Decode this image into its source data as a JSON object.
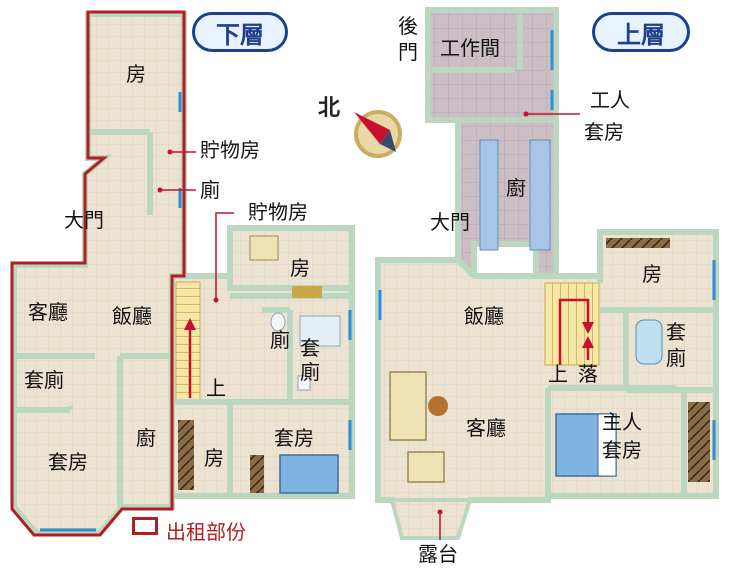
{
  "headers": {
    "lower": "下層",
    "upper": "上層"
  },
  "north": "北",
  "legend": "出租部份",
  "lower_rooms": {
    "room_top": "房",
    "storage_1": "貯物房",
    "toilet_1": "廁",
    "storage_2": "貯物房",
    "main_door": "大門",
    "living": "客廳",
    "dining": "飯廳",
    "suite_toilet": "套廁",
    "suite_room": "套房",
    "kitchen": "廚",
    "room_mid": "房",
    "toilet_2": "廁",
    "suite_toilet_2": [
      "套",
      "廁"
    ],
    "up": "上",
    "room_bottom": "房",
    "suite_room_2": "套房"
  },
  "upper_rooms": {
    "back_door": [
      "後",
      "門"
    ],
    "workroom": "工作間",
    "maid_room": [
      "工人",
      "套房"
    ],
    "kitchen": "廚",
    "main_door": "大門",
    "dining": "飯廳",
    "room": "房",
    "suite_toilet": [
      "套",
      "廁"
    ],
    "up": "上",
    "down": "落",
    "living": "客廳",
    "master_suite": [
      "主人",
      "套房"
    ],
    "balcony": "露台"
  },
  "colors": {
    "floor": "#ede3d3",
    "wall": "#bcd7c0",
    "rental_outline": "#b01f24",
    "stair": "#f6e7a6",
    "window": "#2b8fd6",
    "leader": "#c8102e"
  }
}
